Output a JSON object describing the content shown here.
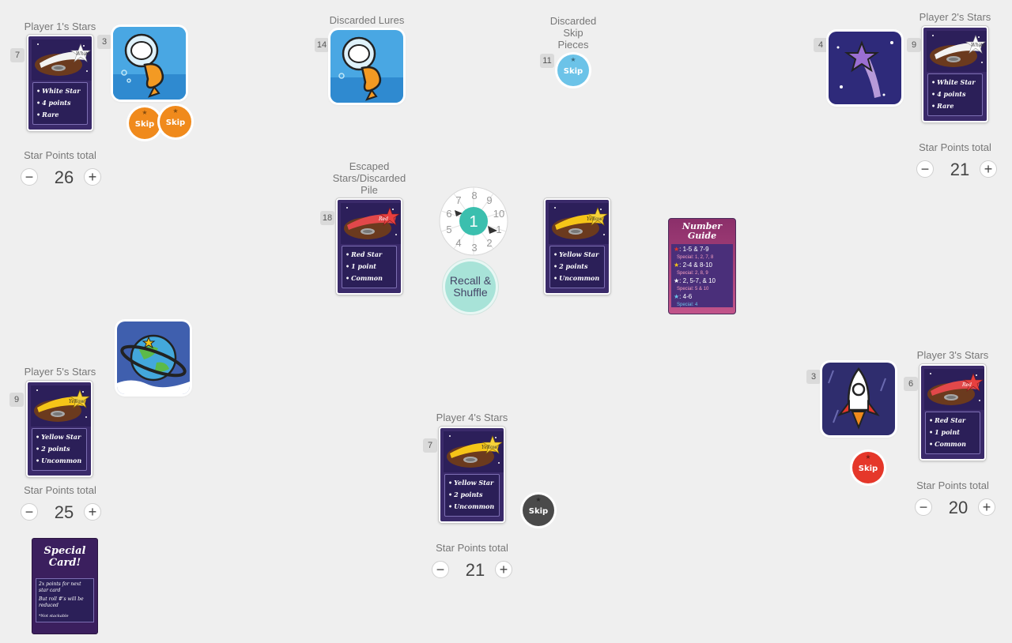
{
  "players": {
    "p1": {
      "stars_label": "Player 1's Stars",
      "card_count": "7",
      "tile_count": "3",
      "points_label": "Star Points total",
      "points": "26"
    },
    "p2": {
      "stars_label": "Player 2's Stars",
      "card_count": "9",
      "tile_count": "4",
      "points_label": "Star Points total",
      "points": "21"
    },
    "p3": {
      "stars_label": "Player 3's Stars",
      "card_count": "6",
      "tile_count": "3",
      "points_label": "Star Points total",
      "points": "20"
    },
    "p4": {
      "stars_label": "Player 4's Stars",
      "card_count": "7",
      "points_label": "Star Points total",
      "points": "21"
    },
    "p5": {
      "stars_label": "Player 5's Stars",
      "card_count": "9",
      "points_label": "Star Points total",
      "points": "25"
    }
  },
  "piles": {
    "discarded_lures": {
      "label": "Discarded Lures",
      "count": "14"
    },
    "discarded_skip": {
      "label": "Discarded\nSkip\nPieces",
      "count": "11"
    },
    "escaped": {
      "label": "Escaped\nStars/Discarded\nPile",
      "count": "18"
    }
  },
  "cards": {
    "white": {
      "banner": "White",
      "lines": [
        "White Star",
        "4 points",
        "Rare"
      ]
    },
    "yellow": {
      "banner": "Yellow",
      "lines": [
        "Yellow Star",
        "2 points",
        "Uncommon"
      ]
    },
    "red": {
      "banner": "Red",
      "lines": [
        "Red Star",
        "1 point",
        "Common"
      ]
    }
  },
  "skip_label": "Skip",
  "stepper": {
    "minus": "−",
    "plus": "+"
  },
  "dial": {
    "value": "1",
    "numbers": [
      "8",
      "9",
      "10",
      "1",
      "2",
      "3",
      "4",
      "5",
      "6",
      "7"
    ]
  },
  "recall_button": "Recall &\nShuffle",
  "number_guide": {
    "title_line1": "Number",
    "title_line2": "Guide",
    "rows": [
      {
        "main": "1-5 & 7-9",
        "special": "Special: 1, 2, 7, 8"
      },
      {
        "main": "2-4 & 8-10",
        "special": "Special: 2, 8, 9"
      },
      {
        "main": "2, 5-7, & 10",
        "special": "Special: 5 & 10"
      },
      {
        "main": "4-6",
        "special": "Special: 4"
      }
    ]
  },
  "special_card": {
    "title_line1": "Special",
    "title_line2": "Card!",
    "lines": [
      "2x points for next star card",
      "But roll #'s will be reduced",
      "*Not stackable"
    ]
  },
  "colors": {
    "skip_orange": "#f08a1c",
    "skip_blue": "#6cc3e8",
    "skip_red": "#e5372a",
    "skip_dark": "#4a4a4a",
    "dial_teal": "#3bbfae",
    "recall_bg": "#a8e3d8"
  }
}
